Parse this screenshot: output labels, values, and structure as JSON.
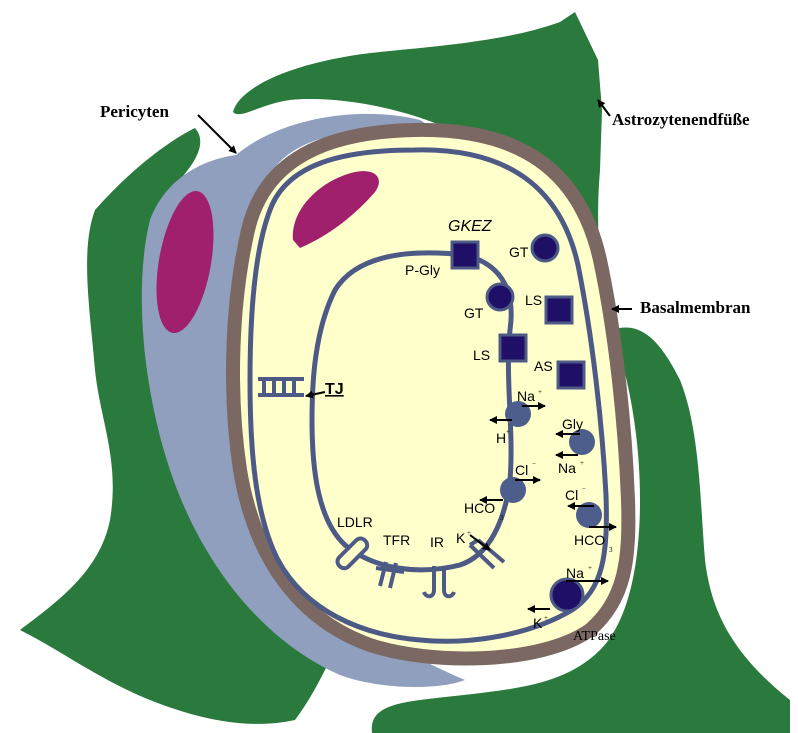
{
  "labels": {
    "pericyten": "Pericyten",
    "astrozyten": "Astrozytenendfüße",
    "basalmembran": "Basalmembran",
    "gkez": "GKEZ",
    "tj": "TJ",
    "atpase": "ATPase"
  },
  "transporters": {
    "pgly": "P-Gly",
    "gt_left": "GT",
    "ls_left": "LS",
    "gt_right": "GT",
    "ls_right": "LS",
    "as_right": "AS"
  },
  "ions": {
    "na1": "Na",
    "h": "H",
    "cl1": "Cl",
    "hco3_1": "HCO",
    "k1": "K",
    "gly": "Gly",
    "na2": "Na",
    "cl2": "Cl",
    "hco3_2": "HCO",
    "na3": "Na",
    "k2": "K"
  },
  "receptors": {
    "ldlr": "LDLR",
    "tfr": "TFR",
    "ir": "IR"
  },
  "colors": {
    "astrocyte": "#2a7a3e",
    "pericyte": "#8f9fbd",
    "basal": "#7b6862",
    "cytoplasm": "#ffffcc",
    "membrane": "#4e5a86",
    "nucleus": "#a0206e",
    "carrier": "#1f0f66",
    "channel": "#4d5d8c"
  }
}
